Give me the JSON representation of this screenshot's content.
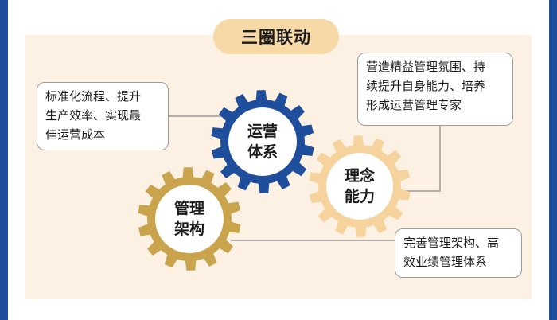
{
  "title": "三圈联动",
  "gears": {
    "operations": {
      "line1": "运营",
      "line2": "体系",
      "color": "#1f4f9c"
    },
    "capability": {
      "line1": "理念",
      "line2": "能力",
      "color": "#f6d39c"
    },
    "management": {
      "line1": "管理",
      "line2": "架构",
      "color": "#caa44c"
    }
  },
  "boxes": {
    "top_left": {
      "line1": "标准化流程、提升",
      "line2": "生产效率、实现最",
      "line3": "佳运营成本"
    },
    "top_right": {
      "line1": "营造精益管理氛围、持",
      "line2": "续提升自身能力、培养",
      "line3": "形成运营管理专家"
    },
    "bottom_right": {
      "line1": "完善管理架构、高",
      "line2": "效业绩管理体系"
    }
  },
  "colors": {
    "frame": "#1f4f9c",
    "panel": "#fdf1e4",
    "pill": "#f7d9a8"
  }
}
